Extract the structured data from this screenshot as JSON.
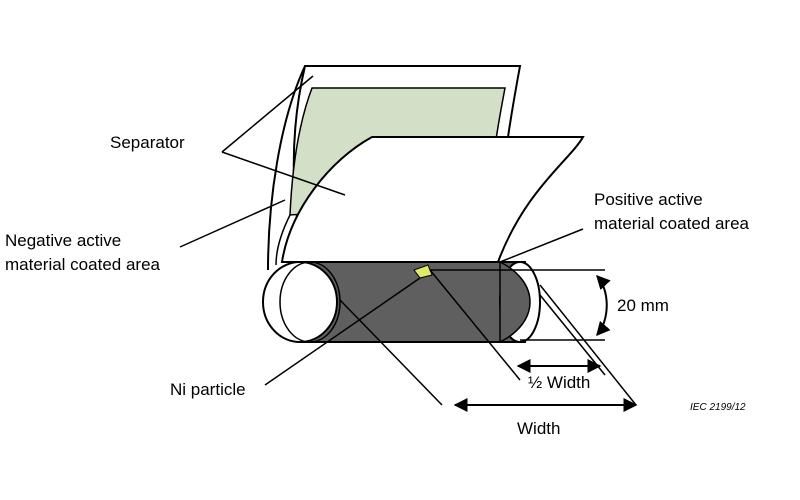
{
  "labels": {
    "separator": "Separator",
    "negative_line1": "Negative active",
    "negative_line2": "material coated area",
    "positive_line1": "Positive active",
    "positive_line2": "material coated area",
    "ni_particle": "Ni particle",
    "diameter": "20 mm",
    "half_width": "½ Width",
    "width": "Width",
    "figure_ref": "IEC   2199/12"
  },
  "colors": {
    "negative_coating": "#d3dfc6",
    "positive_coating": "#5f5f5f",
    "ni_particle": "#dfe86a",
    "line": "#000000",
    "sheet": "#ffffff"
  }
}
